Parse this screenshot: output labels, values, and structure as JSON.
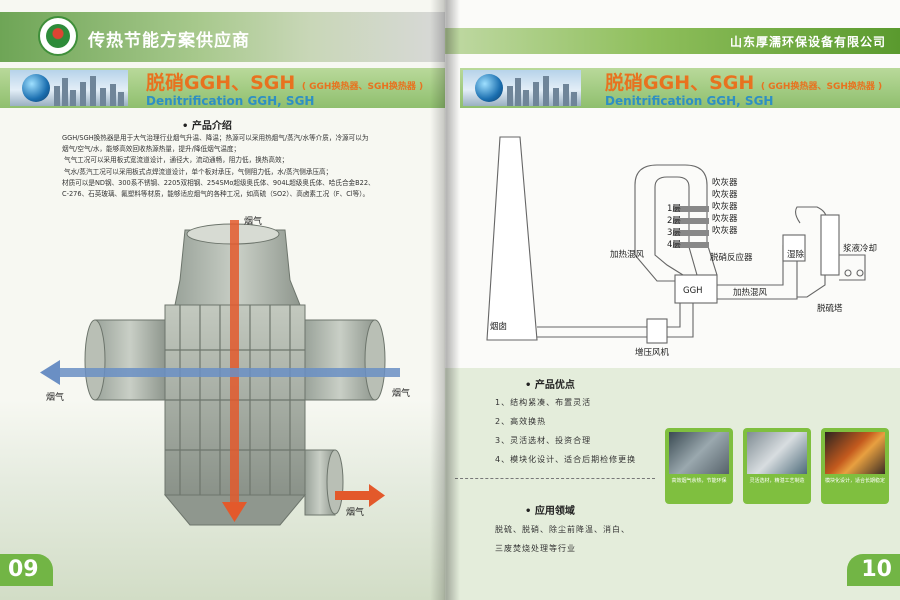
{
  "left": {
    "brand": "传热节能方案供应商",
    "title_cn": "脱硝GGH、SGH",
    "title_cn_sub": "( GGH换热器、SGH换热器 )",
    "title_en": "Denitrification GGH, SGH",
    "intro_heading": "产品介绍",
    "intro_paragraphs": [
      "GGH/SGH换热器是用于大气治理行业烟气升温、降温；热源可以采用热烟气/蒸汽/水等介质，冷源可以为",
      "烟气/空气/水，能够高效回收热源热量，提升/降低烟气温度；",
      "气气工况可以采用板式宽流道设计，通径大，流动通畅，阻力低，换热高效；",
      "气水/蒸汽工况可以采用板式点焊流道设计，单个板对承压，气侧阻力低，水/蒸汽侧承压高；",
      "材质可以是ND钢、300系不锈钢、2205双相钢、254SMo超级奥氏体、904L超级奥氏体、哈氏合金B22、",
      "C-276、石英玻璃、氟塑料等材质，能够适应烟气的各种工况，如高硫（SO2）、高卤素工况（F、Cl等）。"
    ],
    "flow_labels": {
      "top": "烟气",
      "left": "烟气",
      "right": "烟气",
      "bottom_right": "烟气"
    },
    "page_number": "09"
  },
  "right": {
    "company": "山东厚濡环保设备有限公司",
    "title_cn": "脱硝GGH、SGH",
    "title_cn_sub": "( GGH换热器、SGH换热器 )",
    "title_en": "Denitrification GGH, SGH",
    "diagram": {
      "stack": "烟囱",
      "booster_fan": "增压风机",
      "ggh": "GGH",
      "heating_air_left": "加热混风",
      "heating_air_right": "加热混风",
      "reactor": "脱硝反应器",
      "layers": [
        "1层",
        "2层",
        "3层",
        "4层"
      ],
      "soot_blowers": [
        "吹灰器",
        "吹灰器",
        "吹灰器",
        "吹灰器",
        "吹灰器"
      ],
      "demister": "湿除",
      "slurry_cooling": "浆液冷却",
      "desulf_tower": "脱硫塔"
    },
    "advantages_heading": "产品优点",
    "advantages": [
      "1、结构紧凑、布置灵活",
      "2、高效换热",
      "3、灵活选材、投资合理",
      "4、模块化设计、适合后期检修更换"
    ],
    "applications_heading": "应用领域",
    "applications": [
      "脱硫、脱硝、除尘前降温、消白、",
      "三废焚烧处理等行业"
    ],
    "thumbs": [
      {
        "caption": "高效烟气余热，节能环保"
      },
      {
        "caption": "灵活选材，精湛工艺制造"
      },
      {
        "caption": "模块化设计，适合长期稳定"
      }
    ],
    "page_number": "10"
  },
  "colors": {
    "accent_orange": "#e8721f",
    "accent_blue": "#2e8fc3",
    "brand_green": "#72b545"
  }
}
